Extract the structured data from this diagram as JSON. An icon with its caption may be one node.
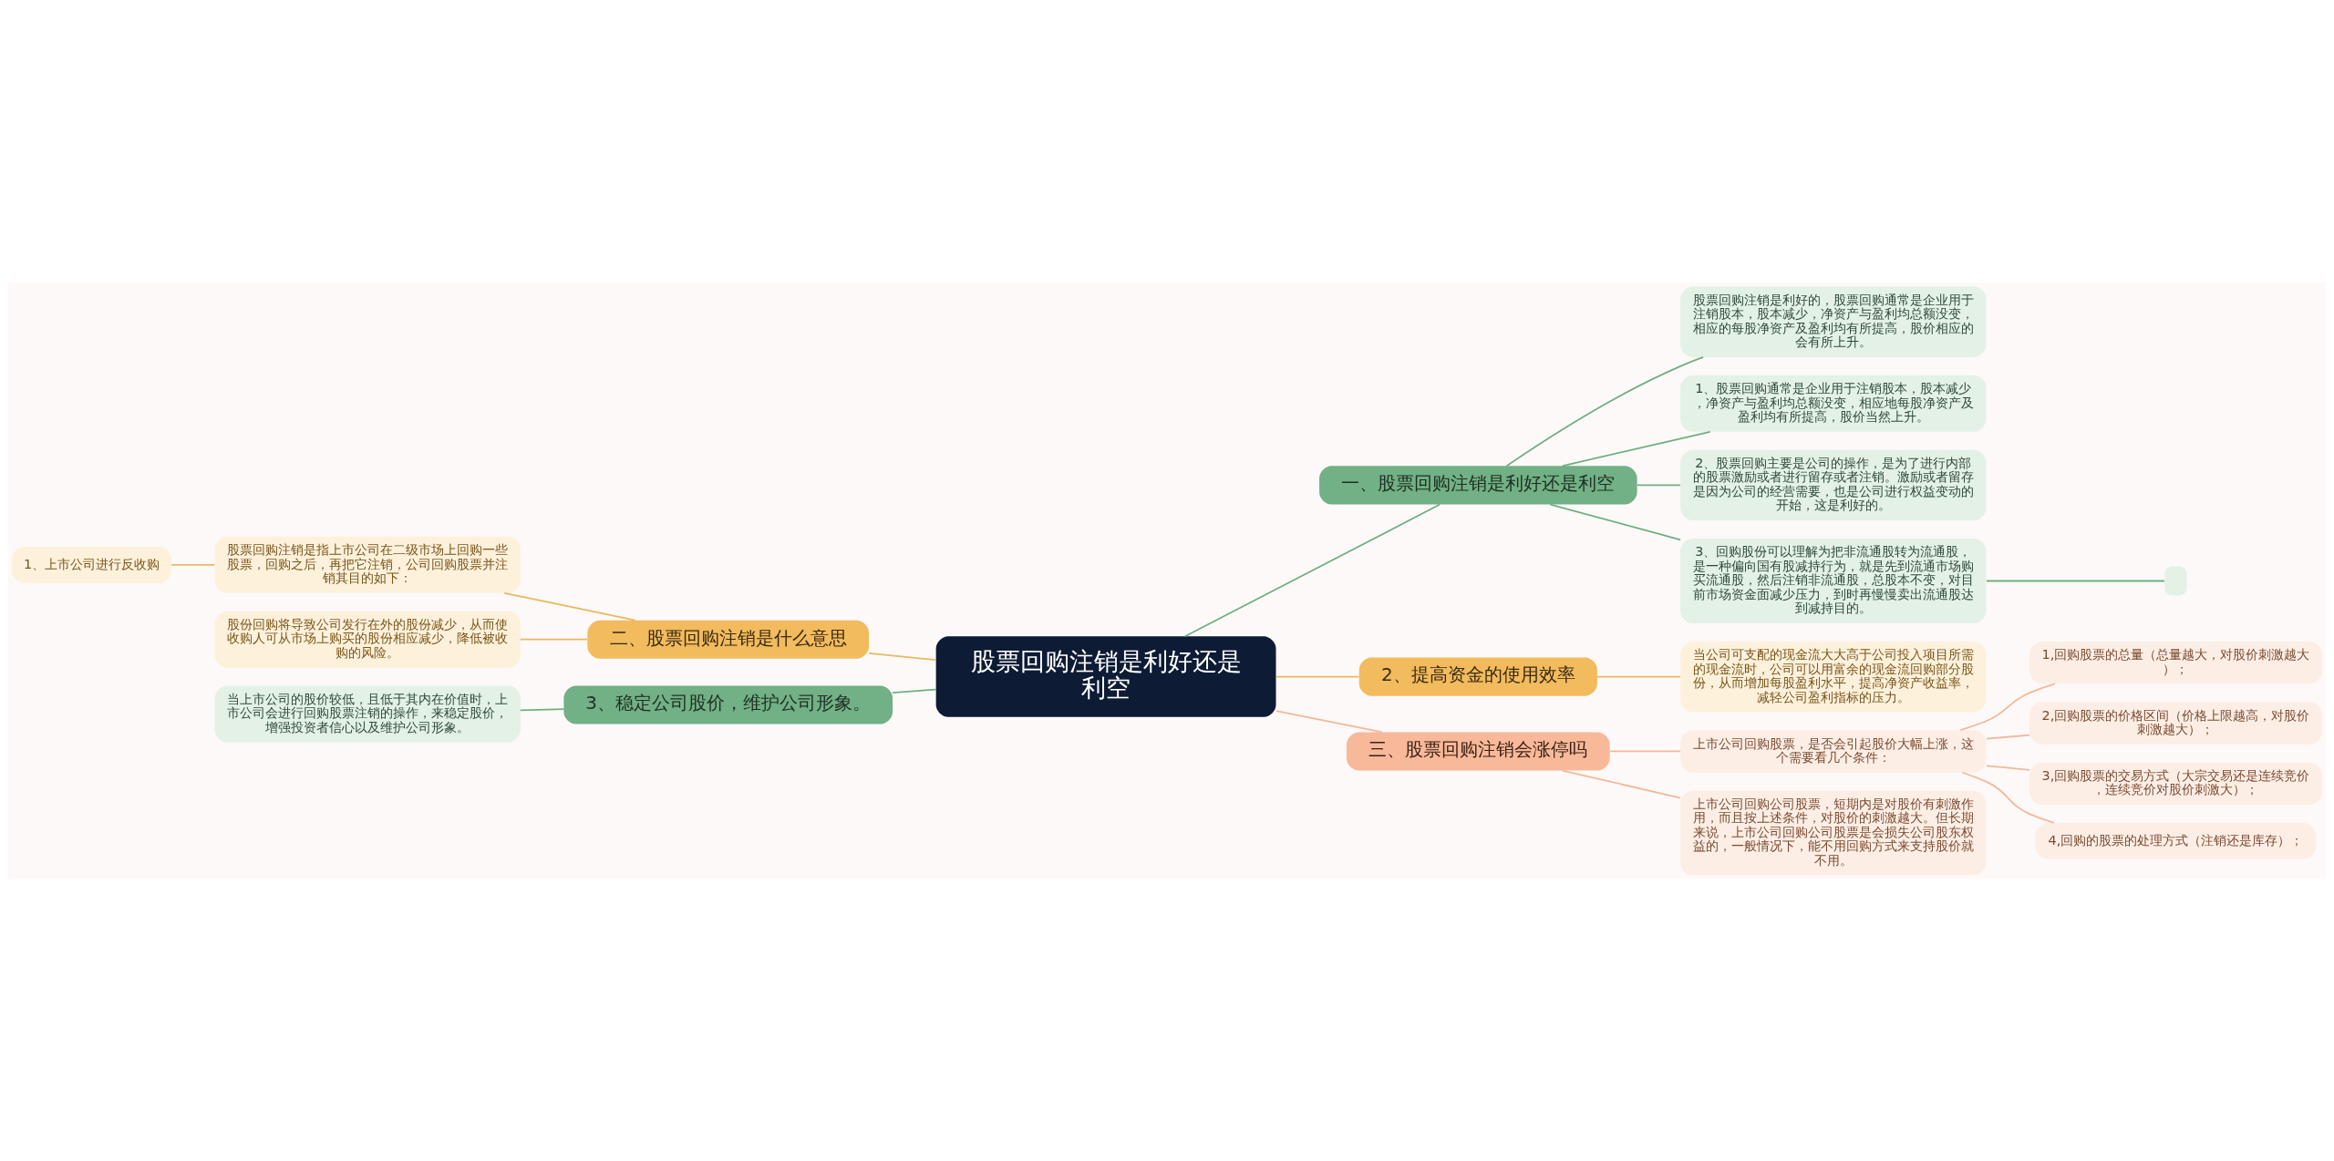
{
  "diagram": {
    "nodes": [
      {
        "text": [
          "股票回购注销是利好还是利空"
        ]
      },
      {
        "text": [
          "一、股票回购注销是利好还是利空"
        ]
      },
      {
        "text": [
          "股票回购注销是利好的，股票回购通常是企业用于注销股本，股本减少，净资产与盈利均总额没变，相应的每股净资产及盈利均有所提高，股价相应的会有所上升。"
        ]
      },
      {
        "text": [
          "1、股票回购通常是企业用于注销股本，股本减少，净资产与盈利均总额没变，相应地每股净资产及盈利均有所提高，股价当然上升。"
        ]
      },
      {
        "text": [
          "2、股票回购主要是公司的操作，是为了进行内部的股票激励或者进行留存或者注销。激励或者留存是因为公司的经营需要，也是公司进行权益变动的开始，这是利好的。"
        ]
      },
      {
        "text": [
          "3、回购股份可以理解为把非流通股转为流通股，是一种偏向国有股减持行为，就是先到流通市场购买流通股，然后注销非流通股，总股本不变，对目前市场资金面减少压力，到时再慢慢卖出流通股达到减持目的。"
        ]
      },
      {
        "text": [],
        "shape": "box"
      },
      {
        "text": [
          "二、股票回购注销是什么意思"
        ]
      },
      {
        "text": [
          "股票回购注销是指上市公司在二级市场上回购一些股票，回购之后，再把它注销，公司回购股票并注销其目的如下："
        ]
      },
      {
        "text": [
          "1、上市公司进行反收购"
        ]
      },
      {
        "text": [
          "股份回购将导致公司发行在外的股份减少，从而使收购人可从市场上购买的股份相应减少，降低被收购的风险。"
        ]
      },
      {
        "text": [
          "2、提高资金的使用效率"
        ]
      },
      {
        "text": [
          "当公司可支配的现金流大大高于公司投入项目所需的现金流时，公司可以用富余的现金流回购部分股份，从而增加每股盈利水平，提高净资产收益率，减轻公司盈利指标的压力。"
        ]
      },
      {
        "text": [
          "3、稳定公司股价，维护公司形象。"
        ]
      },
      {
        "text": [
          "当上市公司的股价较低，且低于其内在价值时，上市公司会进行回购股票注销的操作，来稳定股价，增强投资者信心以及维护公司形象。"
        ]
      },
      {
        "text": [
          "三、股票回购注销会涨停吗"
        ]
      },
      {
        "text": [
          "上市公司回购股票，是否会引起股价大幅上涨，这个需要看几个条件："
        ]
      },
      {
        "text": [
          "1,回购股票的总量（总量越大，对股价刺激越大）；"
        ]
      },
      {
        "text": [
          "2,回购股票的价格区间（价格上限越高，对股价刺激越大）；"
        ]
      },
      {
        "text": [
          "3,回购股票的交易方式（大宗交易还是连续竞价，连续竞价对股价刺激大）；"
        ]
      },
      {
        "text": [
          "4,回购的股票的处理方式（注销还是库存）；"
        ]
      },
      {
        "text": [
          "上市公司回购公司股票，短期内是对股价有刺激作用，而且按上述条件，对股价的刺激越大。但长期来说，上市公司回购公司股票是会损失公司股东权益的，一般情况下，能不用回购方式来支持股价就不用。"
        ]
      }
    ],
    "edges": [
      {
        "from": 0,
        "to": 1,
        "arrow": "none"
      },
      {
        "from": 1,
        "to": 2,
        "arrow": "none"
      },
      {
        "from": 1,
        "to": 3,
        "arrow": "none"
      },
      {
        "from": 1,
        "to": 4,
        "arrow": "none"
      },
      {
        "from": 1,
        "to": 5,
        "arrow": "none"
      },
      {
        "from": 5,
        "to": 6,
        "arrow": "none"
      },
      {
        "from": 0,
        "to": 7,
        "arrow": "none",
        "color": "#e8b960"
      },
      {
        "from": 7,
        "to": 8,
        "arrow": "none",
        "color": "#e8b960"
      },
      {
        "from": 8,
        "to": 9,
        "arrow": "none",
        "color": "#e8b960"
      },
      {
        "from": 7,
        "to": 10,
        "arrow": "none",
        "color": "#e8b960"
      },
      {
        "from": 0,
        "to": 11,
        "arrow": "none",
        "color": "#e8b960"
      },
      {
        "from": 11,
        "to": 12,
        "arrow": "none",
        "color": "#e8b960"
      },
      {
        "from": 0,
        "to": 13,
        "arrow": "none"
      },
      {
        "from": 13,
        "to": 14,
        "arrow": "none"
      },
      {
        "from": 0,
        "to": 15,
        "arrow": "none",
        "color": "#f2b899"
      },
      {
        "from": 15,
        "to": 16,
        "arrow": "none",
        "color": "#f2b899"
      },
      {
        "from": 16,
        "to": 17,
        "arrow": "none",
        "color": "#f2b899"
      },
      {
        "from": 16,
        "to": 18,
        "arrow": "none",
        "color": "#f2b899"
      },
      {
        "from": 16,
        "to": 19,
        "arrow": "none",
        "color": "#f2b899"
      },
      {
        "from": 16,
        "to": 20,
        "arrow": "none",
        "color": "#f2b899"
      },
      {
        "from": 15,
        "to": 21,
        "arrow": "none",
        "color": "#f2b899"
      }
    ]
  }
}
